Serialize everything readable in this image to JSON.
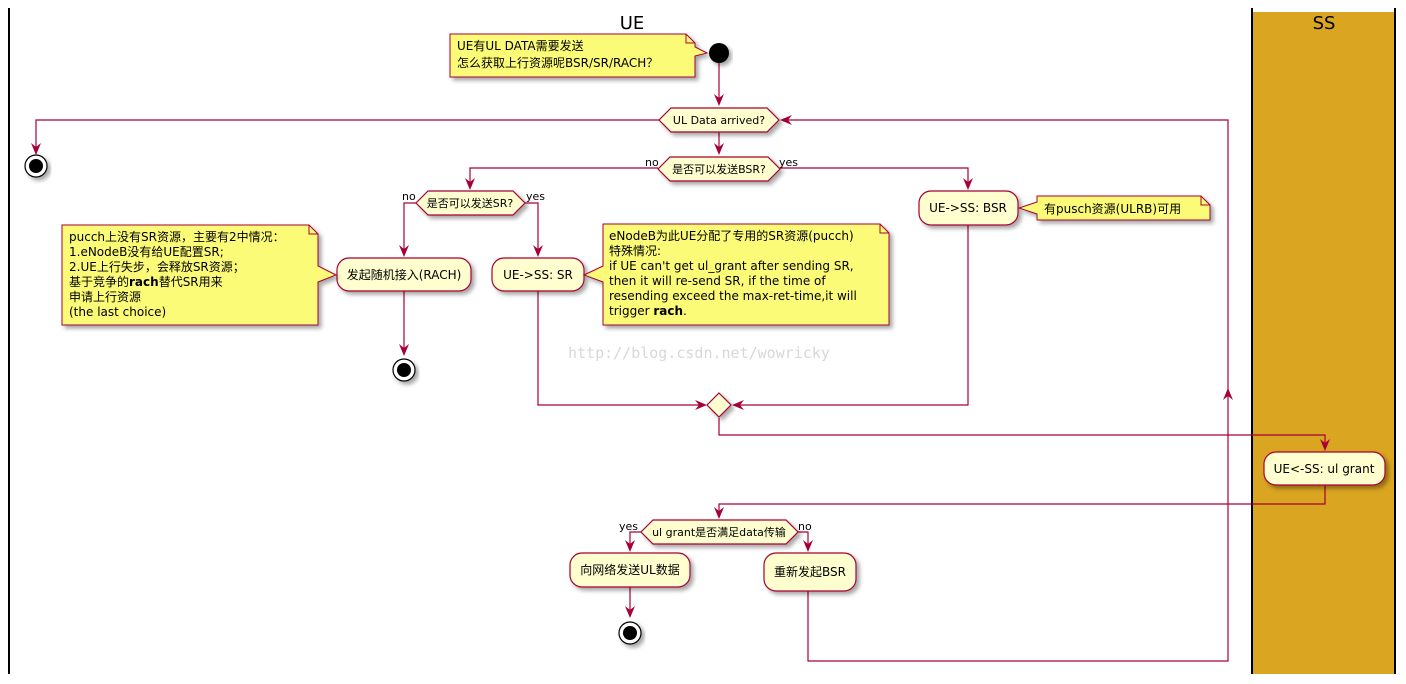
{
  "lanes": {
    "ue": "UE",
    "ss": "SS"
  },
  "colors": {
    "line": "#a80036",
    "activity_fill": "#fefece",
    "note_fill": "#fbfb77",
    "ss_lane_fill": "#daa520"
  },
  "notes": {
    "start": [
      "UE有UL DATA需要发送",
      "怎么获取上行资源呢BSR/SR/RACH？"
    ],
    "rach": [
      "pucch上没有SR资源，主要有2中情况：",
      "1.eNodeB没有给UE配置SR;",
      "2.UE上行失步，会释放SR资源；",
      "基于竞争的rach替代SR用来",
      "申请上行资源",
      "(the last choice)"
    ],
    "sr": [
      "eNodeB为此UE分配了专用的SR资源(pucch)",
      "特殊情况:",
      "if UE can't get ul_grant after sending SR,",
      "then it will re-send SR, if the time of",
      "resending exceed the max-ret-time,it will",
      "trigger rach."
    ],
    "bsr": [
      "有pusch资源(ULRB)可用"
    ]
  },
  "decisions": {
    "ul_data": "UL Data arrived?",
    "bsr": "是否可以发送BSR?",
    "sr": "是否可以发送SR?",
    "ul_grant": "ul grant是否满足data传输"
  },
  "activities": {
    "rach": "发起随机接入(RACH)",
    "sr": "UE->SS: SR",
    "bsr": "UE->SS: BSR",
    "grant": "UE<-SS: ul grant",
    "send": "向网络发送UL数据",
    "resend": "重新发起BSR"
  },
  "labels": {
    "yes": "yes",
    "no": "no"
  },
  "watermark": "http://blog.csdn.net/wowricky"
}
